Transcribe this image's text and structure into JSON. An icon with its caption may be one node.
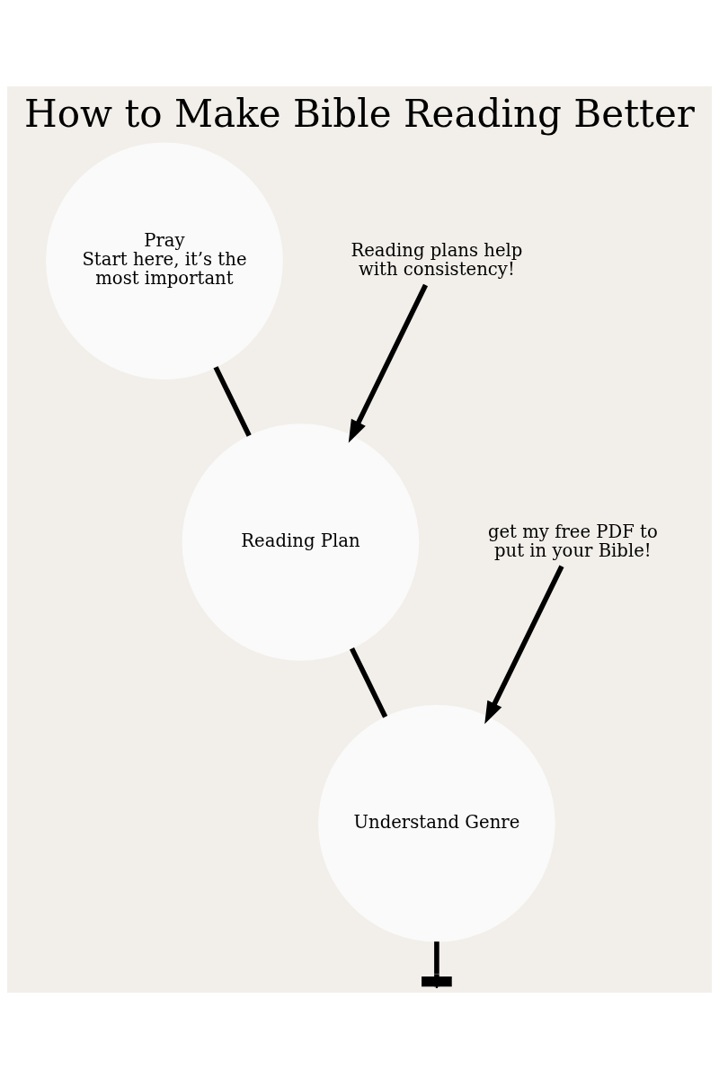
{
  "diagram": {
    "title": "How to Make Bible Reading Better",
    "nodes": [
      {
        "text": [
          "Pray",
          "Start here, it’s the most important"
        ]
      },
      {
        "text": [
          "Reading Plan"
        ]
      },
      {
        "text": [
          "Understand Genre"
        ]
      },
      {
        "text": [
          "Reading plans help with consistency!"
        ]
      },
      {
        "text": [
          "get my free PDF to put in your Bible!"
        ]
      }
    ],
    "edges": [
      {
        "from": 0,
        "to": 1,
        "arrow": "none"
      },
      {
        "from": 1,
        "to": 2,
        "arrow": "none"
      },
      {
        "from": 2,
        "to": null,
        "arrow": "other"
      },
      {
        "from": 3,
        "to": 1,
        "arrow": "to"
      },
      {
        "from": 4,
        "to": 2,
        "arrow": "to"
      }
    ]
  }
}
